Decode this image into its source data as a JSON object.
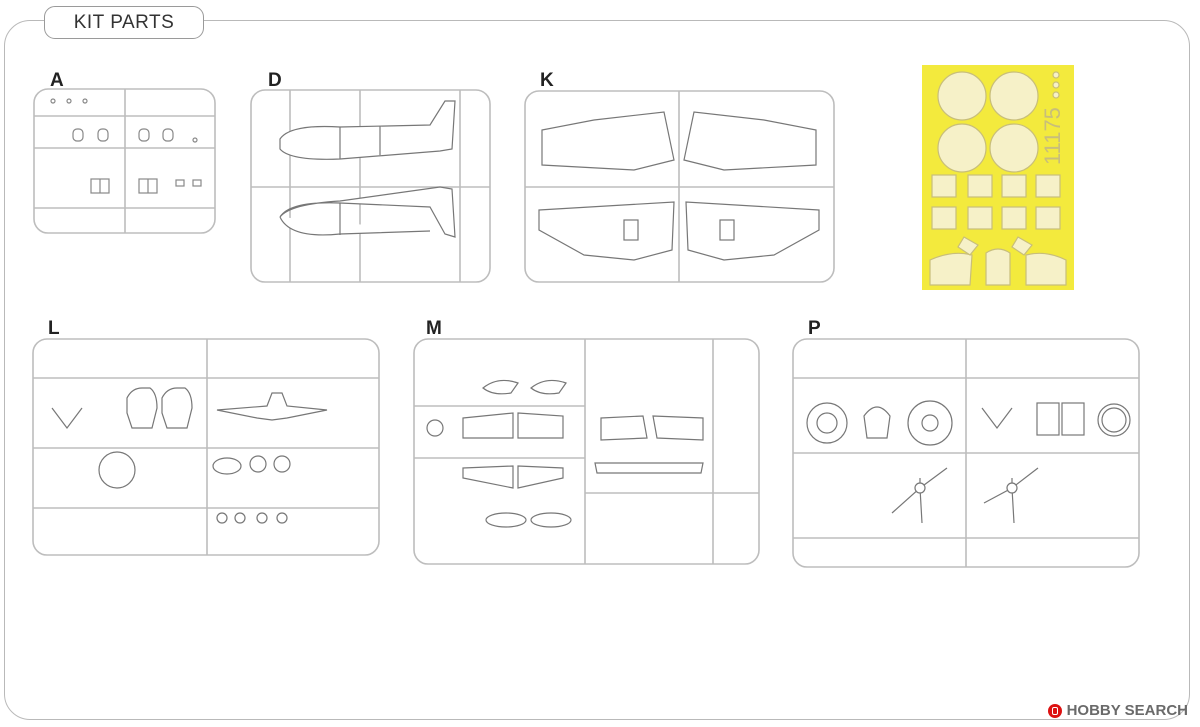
{
  "header": {
    "title": "KIT PARTS"
  },
  "sprues": {
    "a": {
      "letter": "A"
    },
    "d": {
      "letter": "D"
    },
    "k": {
      "letter": "K"
    },
    "l": {
      "letter": "L"
    },
    "m": {
      "letter": "M"
    },
    "p": {
      "letter": "P"
    }
  },
  "mask": {
    "code": "11175",
    "color": "#f3ea3d"
  },
  "watermark": {
    "text": "HOBBY SEARCH",
    "logo_color": "#dd1111"
  }
}
